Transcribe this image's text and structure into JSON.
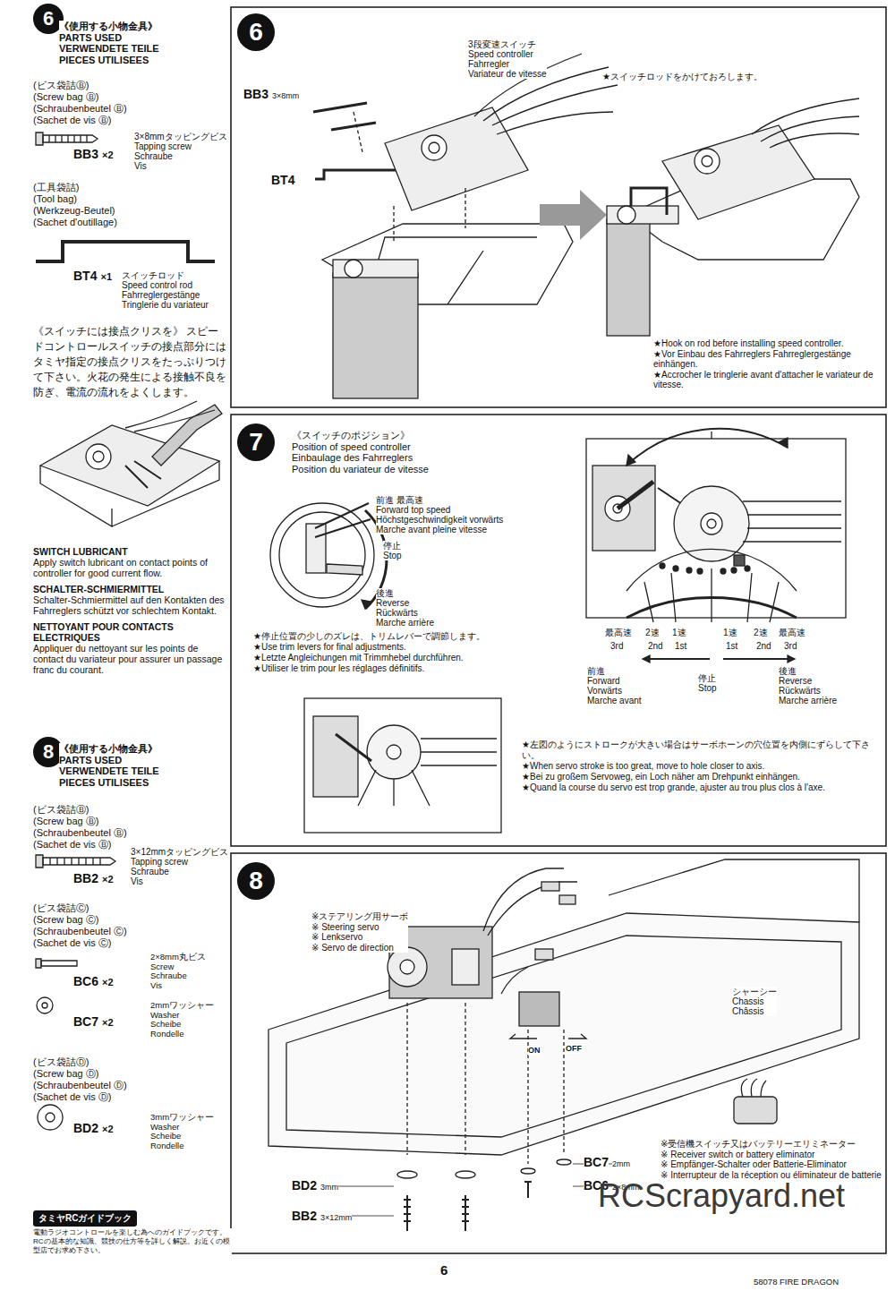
{
  "diagram": {
    "nodes": [
      {
        "text": [
          "6"
        ]
      },
      {
        "text": [
          "6"
        ]
      },
      {
        "text": [
          "7"
        ]
      },
      {
        "text": [
          "8"
        ]
      },
      {
        "text": [
          "8"
        ]
      },
      {
        "text": [
          "タミヤRCガイドブック"
        ]
      }
    ],
    "labels": [
      "《使用する小物金具》",
      "PARTS USED",
      "VERWENDETE TEILE",
      "PIECES UTILISEES",
      "(ビス袋詰Ⓑ)",
      "(Screw bag Ⓑ)",
      "(Schraubenbeutel Ⓑ)",
      "(Sachet de vis Ⓑ)",
      "3×8mmタッピングビス",
      "Tapping screw",
      "Schraube",
      "Vis",
      "BB3",
      "×2",
      "(工具袋詰)",
      "(Tool bag)",
      "(Werkzeug-Beutel)",
      "(Sachet d'outillage)",
      "BT4",
      "×1",
      "スイッチロッド",
      "Speed control rod",
      "Fahrreglergestänge",
      "Tringlerie du variateur",
      "《スイッチには接点クリスを》 スピードコントロールスイッチの接点部分にはタミヤ指定の接点クリスをたっぷりつけて下さい。火花の発生による接触不良を防ぎ、電流の流れをよくします。",
      "SWITCH LUBRICANT",
      "Apply switch lubricant on contact points of controller for good current flow.",
      "SCHALTER-SCHMIERMITTEL",
      "Schalter-Schmiermittel auf den Kontakten des Fahrreglers schützt vor schlechtem Kontakt.",
      "NETTOYANT POUR CONTACTS ELECTRIQUES",
      "Appliquer du nettoyant sur les points de contact du variateur pour assurer un passage franc du courant.",
      "《使用する小物金具》",
      "PARTS USED",
      "VERWENDETE TEILE",
      "PIECES UTILISEES",
      "(ビス袋詰Ⓑ)",
      "(Screw bag Ⓑ)",
      "(Schraubenbeutel Ⓑ)",
      "(Sachet de vis Ⓑ)",
      "3×12mmタッピングビス",
      "Tapping screw",
      "Schraube",
      "Vis",
      "BB2",
      "×2",
      "(ビス袋詰Ⓒ)",
      "(Screw bag Ⓒ)",
      "(Schraubenbeutel Ⓒ)",
      "(Sachet de vis Ⓒ)",
      "2×8mm丸ビス",
      "Screw",
      "Schraube",
      "Vis",
      "BC6",
      "×2",
      "2mmワッシャー",
      "Washer",
      "Scheibe",
      "Rondelle",
      "BC7",
      "×2",
      "(ビス袋詰Ⓓ)",
      "(Screw bag Ⓓ)",
      "(Schraubenbeutel Ⓓ)",
      "(Sachet de vis Ⓓ)",
      "3mmワッシャー",
      "Washer",
      "Scheibe",
      "Rondelle",
      "BD2",
      "×2",
      "電動ラジオコントロールを楽しむ為へのガイドブックです。RCの基本的な知識、競技の仕方等を詳しく解説。お近くの模型店でお求め下さい。",
      "BB3",
      "3×8mm",
      "BT4",
      "3段変速スイッチ",
      "Speed controller",
      "Fahrregler",
      "Variateur de vitesse",
      "★スイッチロッドをかけておろします。",
      "★Hook on rod before installing speed controller.",
      "★Vor Einbau des Fahrreglers Fahrreglergestänge einhängen.",
      "★Accrocher le tringlerie avant d'attacher le variateur de vitesse.",
      "《スイッチのポジション》",
      "Position of speed controller",
      "Einbaulage des Fahrreglers",
      "Position du variateur de vitesse",
      "前進 最高速",
      "Forward top speed",
      "Höchstgeschwindigkeit vorwärts",
      "Marche avant pleine vitesse",
      "停止",
      "Stop",
      "後進",
      "Reverse",
      "Rückwärts",
      "Marche arrière",
      "★停止位置の少しのズレは、トリムレバーで調節します。",
      "★Use trim levers for final adjustments.",
      "★Letzte Angleichungen mit Trimmhebel durchführen.",
      "★Utiliser le trim pour les réglages définitifs.",
      "最高速",
      "2速",
      "1速",
      "1速",
      "2速",
      "最高速",
      "3rd",
      "2nd",
      "1st",
      "1st",
      "2nd",
      "3rd",
      "前進",
      "Forward",
      "Vorwärts",
      "Marche avant",
      "停止",
      "Stop",
      "後進",
      "Reverse",
      "Rückwärts",
      "Marche arrière",
      "★左図のようにストロークが大きい場合はサーボホーンの穴位置を内側にずらして下さい。",
      "★When servo stroke is too great, move to hole closer to axis.",
      "★Bei zu großem Servoweg, ein Loch näher am Drehpunkt einhängen.",
      "★Quand la course du servo est trop grande, ajuster au trou plus clos à l'axe.",
      "※ステアリング用サーボ",
      "※ Steering servo",
      "※ Lenkservo",
      "※ Servo de direction",
      "シャーシー",
      "Chassis",
      "Châssis",
      "ON",
      "OFF",
      "BC7",
      "2mm",
      "BC6",
      "2×8mm",
      "BD2",
      "3mm",
      "BB2",
      "3×12mm",
      "※受信機スイッチ又はバッテリーエリミネーター",
      "※ Receiver switch or battery eliminator",
      "※ Empfänger-Schalter oder Batterie-Eliminator",
      "※ Interrupteur de la réception ou éliminateur de batterie",
      "6",
      "58078 FIRE DRAGON",
      "RCScrapyard.net"
    ]
  }
}
